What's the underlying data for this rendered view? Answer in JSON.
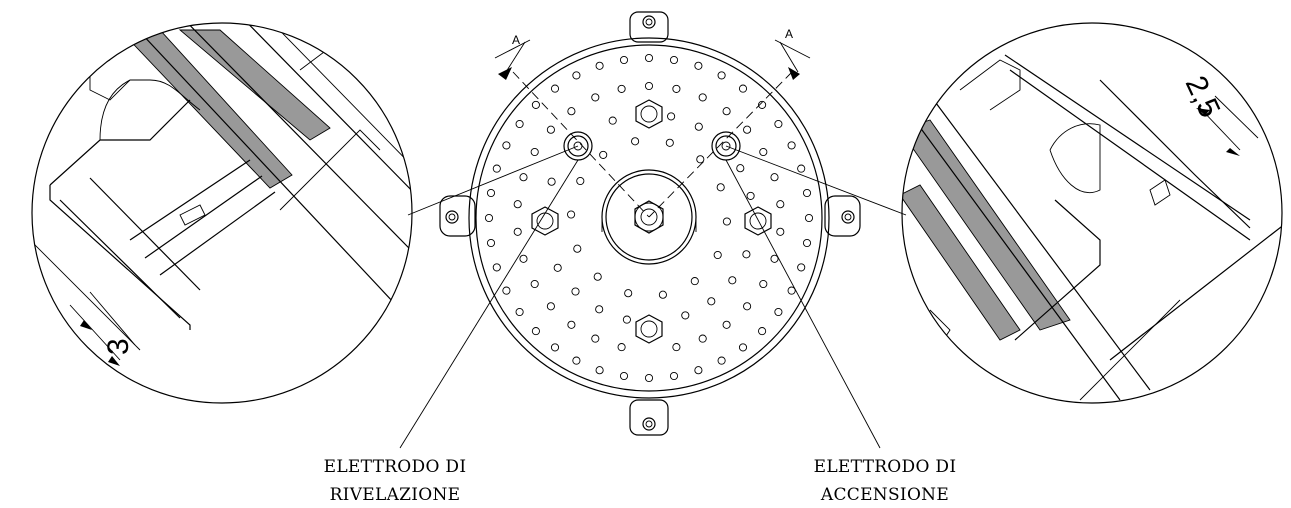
{
  "section_marks": {
    "left": "A",
    "right": "A"
  },
  "dimensions": {
    "left_gap": "3",
    "right_gap": "2,5"
  },
  "labels": {
    "detection_electrode": {
      "line1": "ELETTRODO DI",
      "line2": "RIVELAZIONE"
    },
    "ignition_electrode": {
      "line1": "ELETTRODO DI",
      "line2": "ACCENSIONE"
    }
  },
  "colors": {
    "line": "#000000",
    "gasket": "#999999",
    "background": "#ffffff"
  }
}
